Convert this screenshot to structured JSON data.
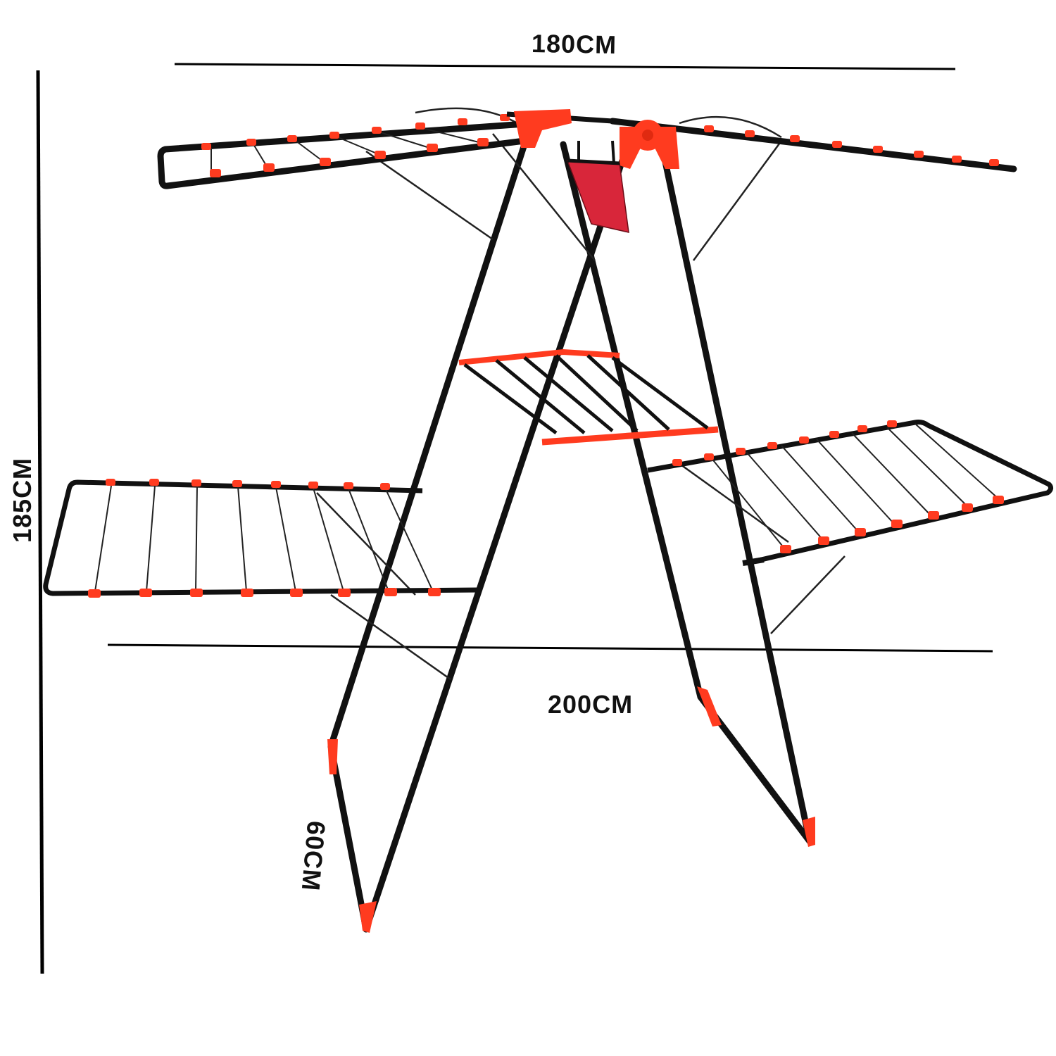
{
  "diagram": {
    "subject": "Foldable winged clothes drying rack",
    "colors": {
      "frame": "#111111",
      "accent": "#ff3b1f",
      "bag": "#d8263a",
      "wire": "#1a1a1a",
      "dimension_line": "#000000",
      "background": "#ffffff"
    },
    "dimensions": {
      "top_width": "180CM",
      "total_height": "185CM",
      "bottom_width": "200CM",
      "depth": "60CM"
    },
    "components": [
      "top-left-wing",
      "top-right-wing",
      "center-hinge",
      "peg-bag",
      "middle-shelf",
      "lower-left-wing",
      "lower-right-wing",
      "a-frame-legs",
      "foot-caps"
    ]
  }
}
